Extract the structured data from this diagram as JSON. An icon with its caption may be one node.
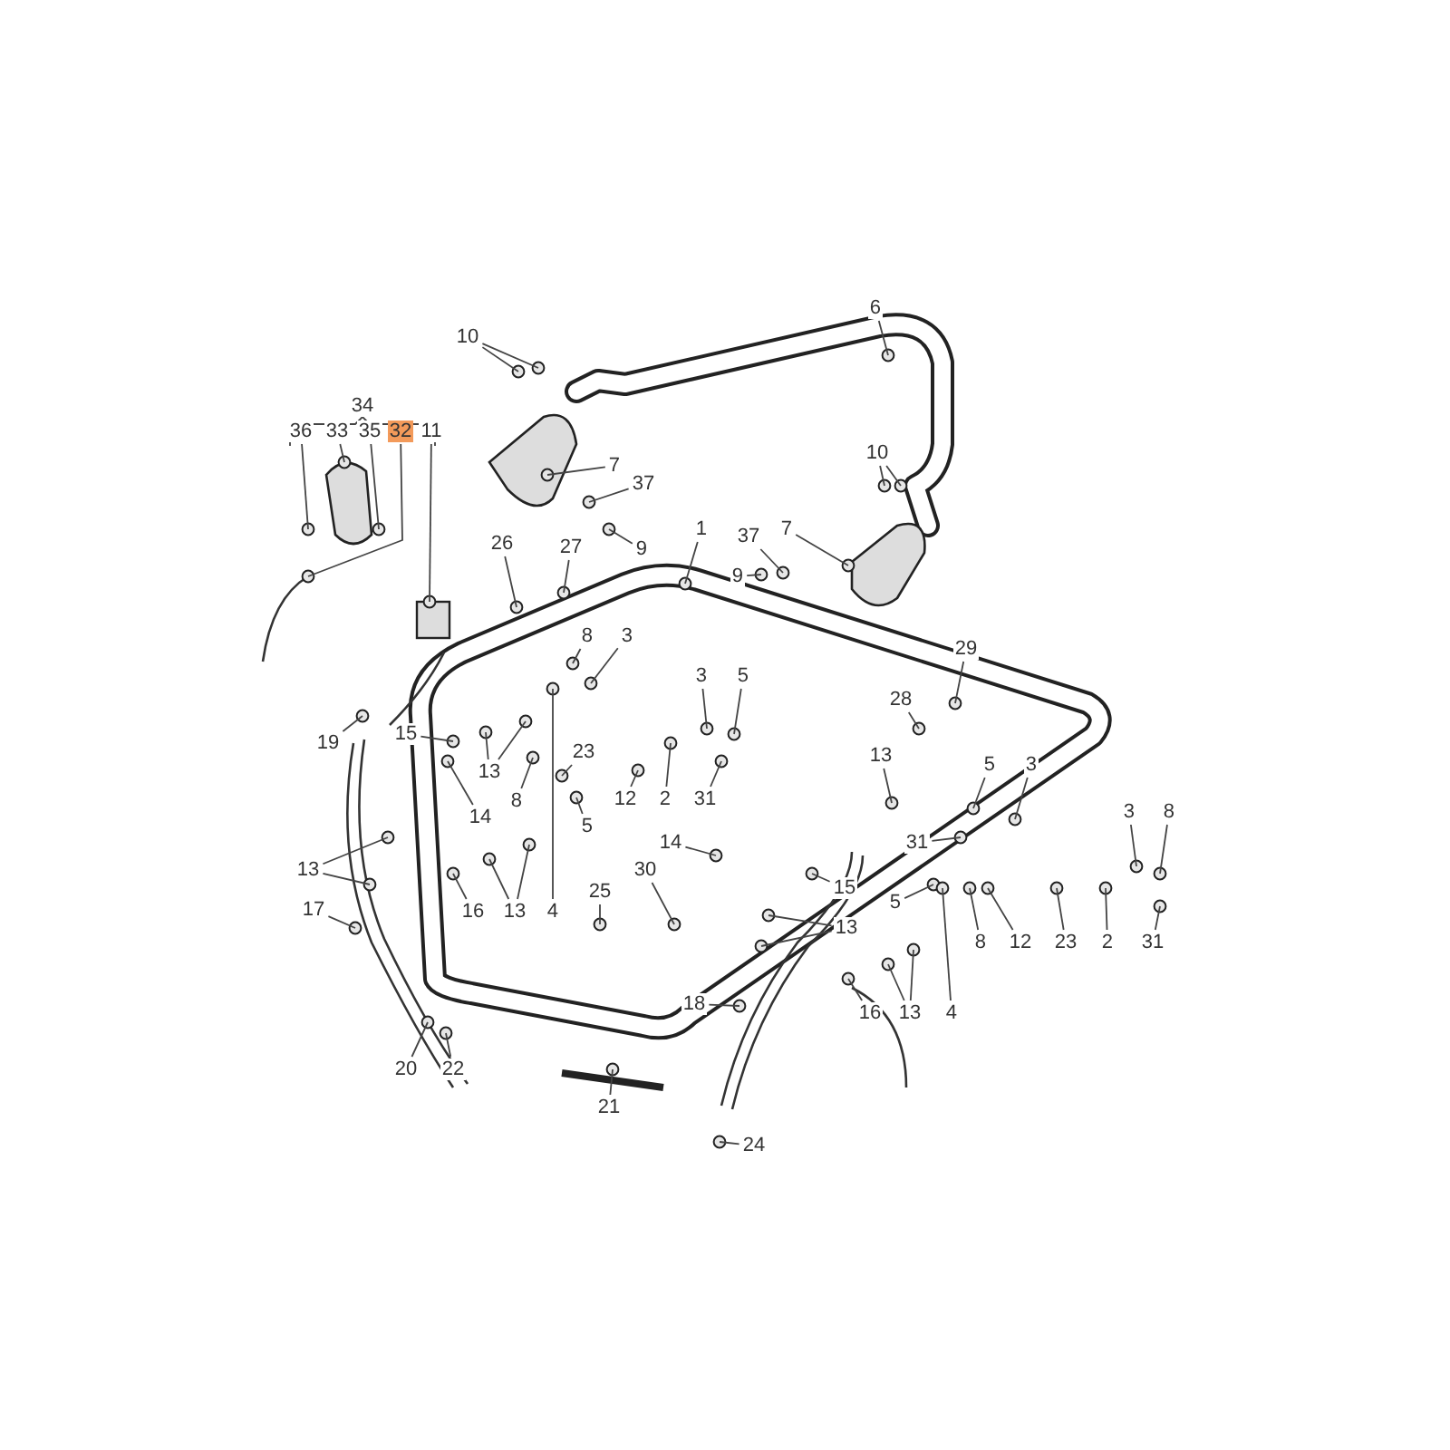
{
  "diagram": {
    "nodes": [
      {
        "text": [
          "6"
        ]
      },
      {
        "text": [
          "10"
        ]
      },
      {
        "text": [
          "36"
        ]
      },
      {
        "text": [
          "33"
        ]
      },
      {
        "text": [
          "35"
        ]
      },
      {
        "text": [
          "32"
        ]
      },
      {
        "text": [
          "11"
        ]
      },
      {
        "text": [
          "10"
        ]
      },
      {
        "text": [
          "7"
        ]
      },
      {
        "text": [
          "37"
        ]
      },
      {
        "text": [
          "1"
        ]
      },
      {
        "text": [
          "37"
        ]
      },
      {
        "text": [
          "7"
        ]
      },
      {
        "text": [
          "9"
        ]
      },
      {
        "text": [
          "26"
        ]
      },
      {
        "text": [
          "27"
        ]
      },
      {
        "text": [
          "9"
        ]
      },
      {
        "text": [
          "8"
        ]
      },
      {
        "text": [
          "3"
        ]
      },
      {
        "text": [
          "29"
        ]
      },
      {
        "text": [
          "3"
        ]
      },
      {
        "text": [
          "5"
        ]
      },
      {
        "text": [
          "28"
        ]
      },
      {
        "text": [
          "13"
        ]
      },
      {
        "text": [
          "19"
        ]
      },
      {
        "text": [
          "15"
        ]
      },
      {
        "text": [
          "23"
        ]
      },
      {
        "text": [
          "13"
        ]
      },
      {
        "text": [
          "5"
        ]
      },
      {
        "text": [
          "3"
        ]
      },
      {
        "text": [
          "8"
        ]
      },
      {
        "text": [
          "12"
        ]
      },
      {
        "text": [
          "2"
        ]
      },
      {
        "text": [
          "31"
        ]
      },
      {
        "text": [
          "3"
        ]
      },
      {
        "text": [
          "8"
        ]
      },
      {
        "text": [
          "14"
        ]
      },
      {
        "text": [
          "5"
        ]
      },
      {
        "text": [
          "14"
        ]
      },
      {
        "text": [
          "31"
        ]
      },
      {
        "text": [
          "13"
        ]
      },
      {
        "text": [
          "30"
        ]
      },
      {
        "text": [
          "15"
        ]
      },
      {
        "text": [
          "25"
        ]
      },
      {
        "text": [
          "5"
        ]
      },
      {
        "text": [
          "17"
        ]
      },
      {
        "text": [
          "16"
        ]
      },
      {
        "text": [
          "13"
        ]
      },
      {
        "text": [
          "4"
        ]
      },
      {
        "text": [
          "13"
        ]
      },
      {
        "text": [
          "8"
        ]
      },
      {
        "text": [
          "12"
        ]
      },
      {
        "text": [
          "23"
        ]
      },
      {
        "text": [
          "2"
        ]
      },
      {
        "text": [
          "31"
        ]
      },
      {
        "text": [
          "18"
        ]
      },
      {
        "text": [
          "16"
        ]
      },
      {
        "text": [
          "13"
        ]
      },
      {
        "text": [
          "4"
        ]
      },
      {
        "text": [
          "20"
        ]
      },
      {
        "text": [
          "22"
        ]
      },
      {
        "text": [
          "21"
        ]
      },
      {
        "text": [
          "24"
        ]
      },
      {
        "text": [
          "34"
        ]
      }
    ],
    "edges": [
      {
        "from": 0,
        "to": null,
        "arrow": "none"
      },
      {
        "from": 1,
        "to": null,
        "arrow": "none"
      },
      {
        "from": 1,
        "to": null,
        "arrow": "none"
      },
      {
        "from": 2,
        "to": null,
        "arrow": "none"
      },
      {
        "from": 3,
        "to": null,
        "arrow": "none"
      },
      {
        "from": 4,
        "to": null,
        "arrow": "none"
      },
      {
        "from": 5,
        "to": null,
        "arrow": "none"
      },
      {
        "from": 6,
        "to": null,
        "arrow": "none"
      },
      {
        "from": 7,
        "to": null,
        "arrow": "none"
      },
      {
        "from": 7,
        "to": null,
        "arrow": "none"
      },
      {
        "from": 8,
        "to": null,
        "arrow": "none"
      },
      {
        "from": 9,
        "to": null,
        "arrow": "none"
      },
      {
        "from": 10,
        "to": null,
        "arrow": "none"
      },
      {
        "from": 11,
        "to": null,
        "arrow": "none"
      },
      {
        "from": 12,
        "to": null,
        "arrow": "none"
      },
      {
        "from": 13,
        "to": null,
        "arrow": "none"
      },
      {
        "from": 14,
        "to": null,
        "arrow": "none"
      },
      {
        "from": 15,
        "to": null,
        "arrow": "none"
      },
      {
        "from": 16,
        "to": null,
        "arrow": "none"
      },
      {
        "from": 17,
        "to": null,
        "arrow": "none"
      },
      {
        "from": 18,
        "to": null,
        "arrow": "none"
      },
      {
        "from": 19,
        "to": null,
        "arrow": "none"
      },
      {
        "from": 20,
        "to": null,
        "arrow": "none"
      },
      {
        "from": 21,
        "to": null,
        "arrow": "none"
      },
      {
        "from": 22,
        "to": null,
        "arrow": "none"
      },
      {
        "from": 23,
        "to": null,
        "arrow": "none"
      },
      {
        "from": 24,
        "to": null,
        "arrow": "none"
      },
      {
        "from": 25,
        "to": null,
        "arrow": "none"
      },
      {
        "from": 26,
        "to": null,
        "arrow": "none"
      },
      {
        "from": 27,
        "to": null,
        "arrow": "none"
      },
      {
        "from": 27,
        "to": null,
        "arrow": "none"
      },
      {
        "from": 28,
        "to": null,
        "arrow": "none"
      },
      {
        "from": 29,
        "to": null,
        "arrow": "none"
      },
      {
        "from": 30,
        "to": null,
        "arrow": "none"
      },
      {
        "from": 31,
        "to": null,
        "arrow": "none"
      },
      {
        "from": 32,
        "to": null,
        "arrow": "none"
      },
      {
        "from": 33,
        "to": null,
        "arrow": "none"
      },
      {
        "from": 34,
        "to": null,
        "arrow": "none"
      },
      {
        "from": 35,
        "to": null,
        "arrow": "none"
      },
      {
        "from": 36,
        "to": null,
        "arrow": "none"
      },
      {
        "from": 37,
        "to": null,
        "arrow": "none"
      },
      {
        "from": 38,
        "to": null,
        "arrow": "none"
      },
      {
        "from": 39,
        "to": null,
        "arrow": "none"
      },
      {
        "from": 40,
        "to": null,
        "arrow": "none"
      },
      {
        "from": 40,
        "to": null,
        "arrow": "none"
      },
      {
        "from": 41,
        "to": null,
        "arrow": "none"
      },
      {
        "from": 42,
        "to": null,
        "arrow": "none"
      },
      {
        "from": 43,
        "to": null,
        "arrow": "none"
      },
      {
        "from": 44,
        "to": null,
        "arrow": "none"
      },
      {
        "from": 45,
        "to": null,
        "arrow": "none"
      },
      {
        "from": 46,
        "to": null,
        "arrow": "none"
      },
      {
        "from": 47,
        "to": null,
        "arrow": "none"
      },
      {
        "from": 47,
        "to": null,
        "arrow": "none"
      },
      {
        "from": 48,
        "to": null,
        "arrow": "none"
      },
      {
        "from": 49,
        "to": null,
        "arrow": "none"
      },
      {
        "from": 49,
        "to": null,
        "arrow": "none"
      },
      {
        "from": 50,
        "to": null,
        "arrow": "none"
      },
      {
        "from": 51,
        "to": null,
        "arrow": "none"
      },
      {
        "from": 52,
        "to": null,
        "arrow": "none"
      },
      {
        "from": 53,
        "to": null,
        "arrow": "none"
      },
      {
        "from": 54,
        "to": null,
        "arrow": "none"
      },
      {
        "from": 55,
        "to": null,
        "arrow": "none"
      },
      {
        "from": 56,
        "to": null,
        "arrow": "none"
      },
      {
        "from": 57,
        "to": null,
        "arrow": "none"
      },
      {
        "from": 57,
        "to": null,
        "arrow": "none"
      },
      {
        "from": 58,
        "to": null,
        "arrow": "none"
      },
      {
        "from": 59,
        "to": null,
        "arrow": "none"
      },
      {
        "from": 60,
        "to": null,
        "arrow": "none"
      },
      {
        "from": 61,
        "to": null,
        "arrow": "none"
      },
      {
        "from": 62,
        "to": null,
        "arrow": "none"
      }
    ],
    "labels": []
  }
}
